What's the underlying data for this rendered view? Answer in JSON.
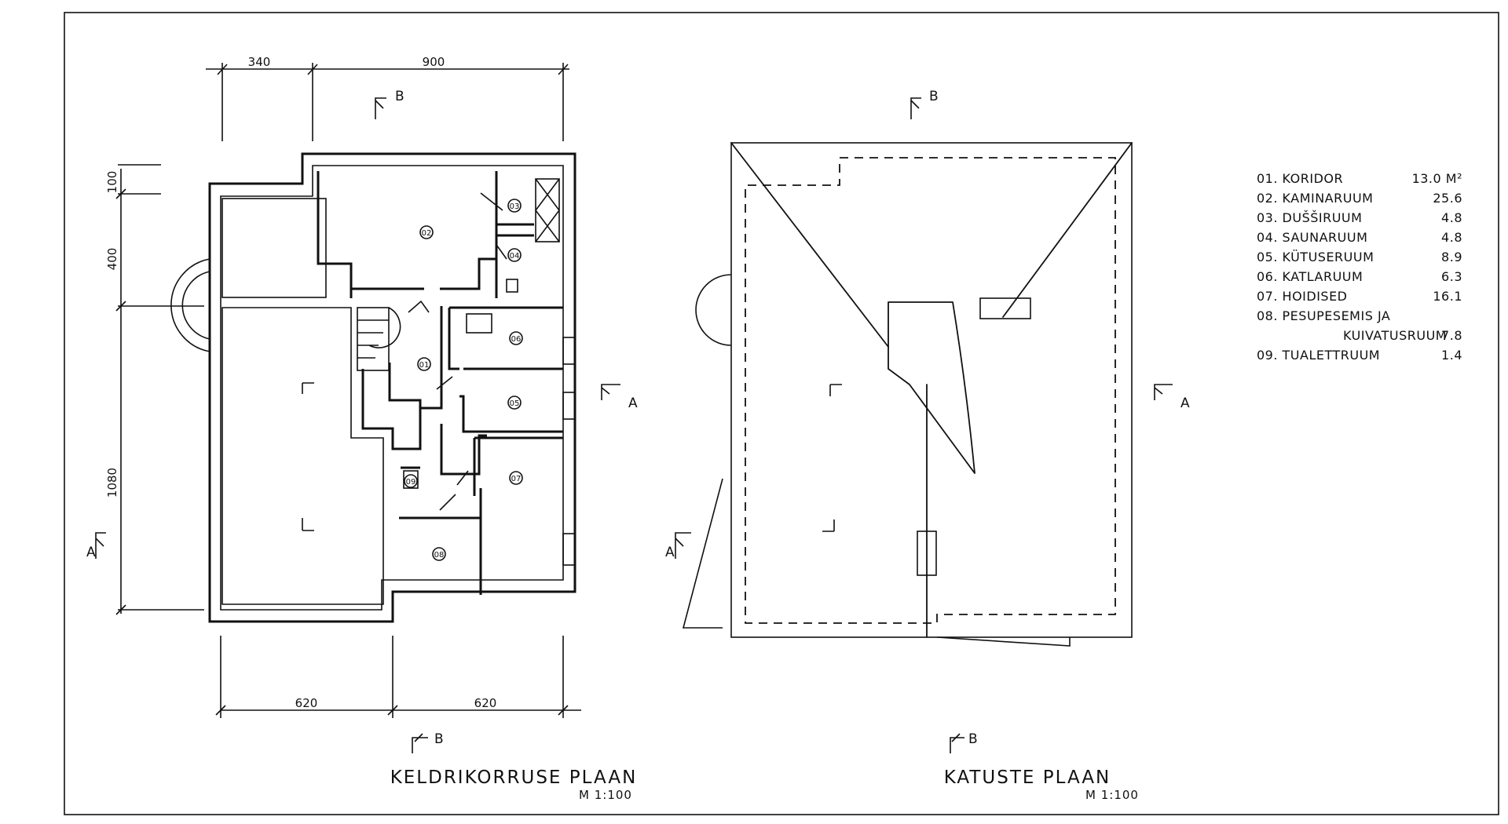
{
  "basement_plan": {
    "title": "KELDRIKORRUSE PLAAN",
    "scale": "M 1:100",
    "dimensions": {
      "top_left": "340",
      "top_right": "900",
      "left_top": "100",
      "left_mid": "400",
      "left_bottom": "1080",
      "bottom_left": "620",
      "bottom_right": "620"
    },
    "section_marks": {
      "top": "B",
      "bottom": "B",
      "left": "A",
      "right": "A"
    },
    "room_tags": [
      "01",
      "02",
      "03",
      "04",
      "05",
      "06",
      "07",
      "08",
      "09"
    ]
  },
  "roof_plan": {
    "title": "KATUSTE PLAAN",
    "scale": "M 1:100",
    "section_marks": {
      "top": "B",
      "bottom": "B",
      "left": "A",
      "right": "A"
    }
  },
  "room_schedule": [
    {
      "name": "01. KORIDOR",
      "area": "13.0 M²"
    },
    {
      "name": "02. KAMINARUUM",
      "area": "25.6"
    },
    {
      "name": "03. DUŠŠIRUUM",
      "area": "4.8"
    },
    {
      "name": "04. SAUNARUUM",
      "area": "4.8"
    },
    {
      "name": "05. KÜTUSERUUM",
      "area": "8.9"
    },
    {
      "name": "06. KATLARUUM",
      "area": "6.3"
    },
    {
      "name": "07. HOIDISED",
      "area": "16.1"
    },
    {
      "name": "08. PESUPESEMIS JA",
      "name_line2": "KUIVATUSRUUM",
      "area": "7.8"
    },
    {
      "name": "09. TUALETTRUUM",
      "area": "1.4"
    }
  ]
}
